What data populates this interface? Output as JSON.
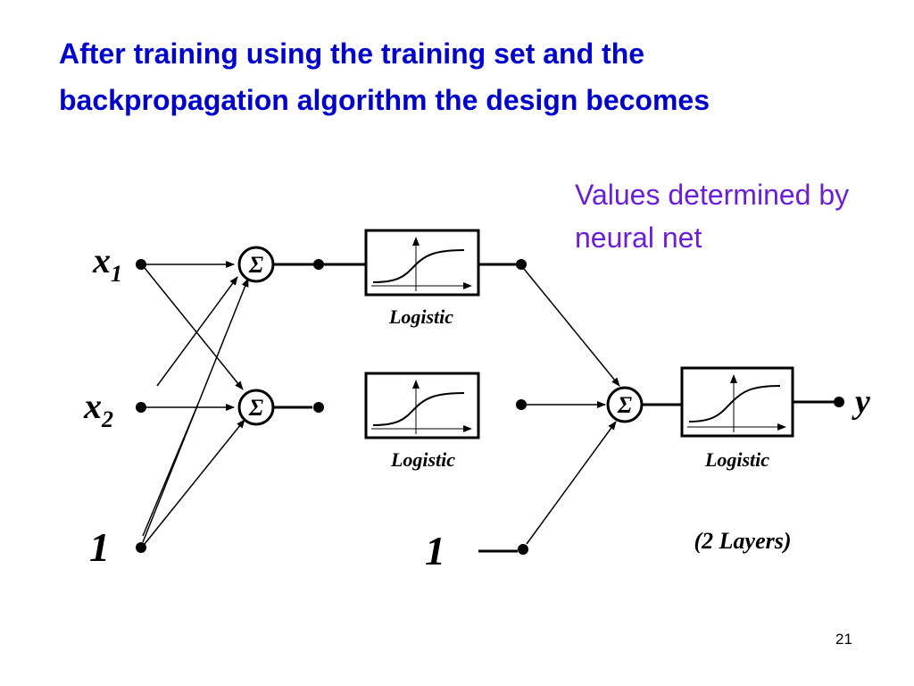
{
  "slide": {
    "title": "After training using the training set and the backpropagation algorithm the design becomes",
    "side_note": "Values determined by neural net",
    "page_number": "21"
  },
  "diagram": {
    "inputs": {
      "x1_base": "x",
      "x1_sub": "1",
      "x2_base": "x",
      "x2_sub": "2",
      "bias_hidden": "1",
      "bias_output": "1"
    },
    "sum_symbol": "Σ",
    "activation_label": "Logistic",
    "output_label": "y",
    "caption": "(2 Layers)",
    "colors": {
      "title": "#0000cc",
      "side_note": "#6a1fd6",
      "lines": "#000000"
    }
  }
}
